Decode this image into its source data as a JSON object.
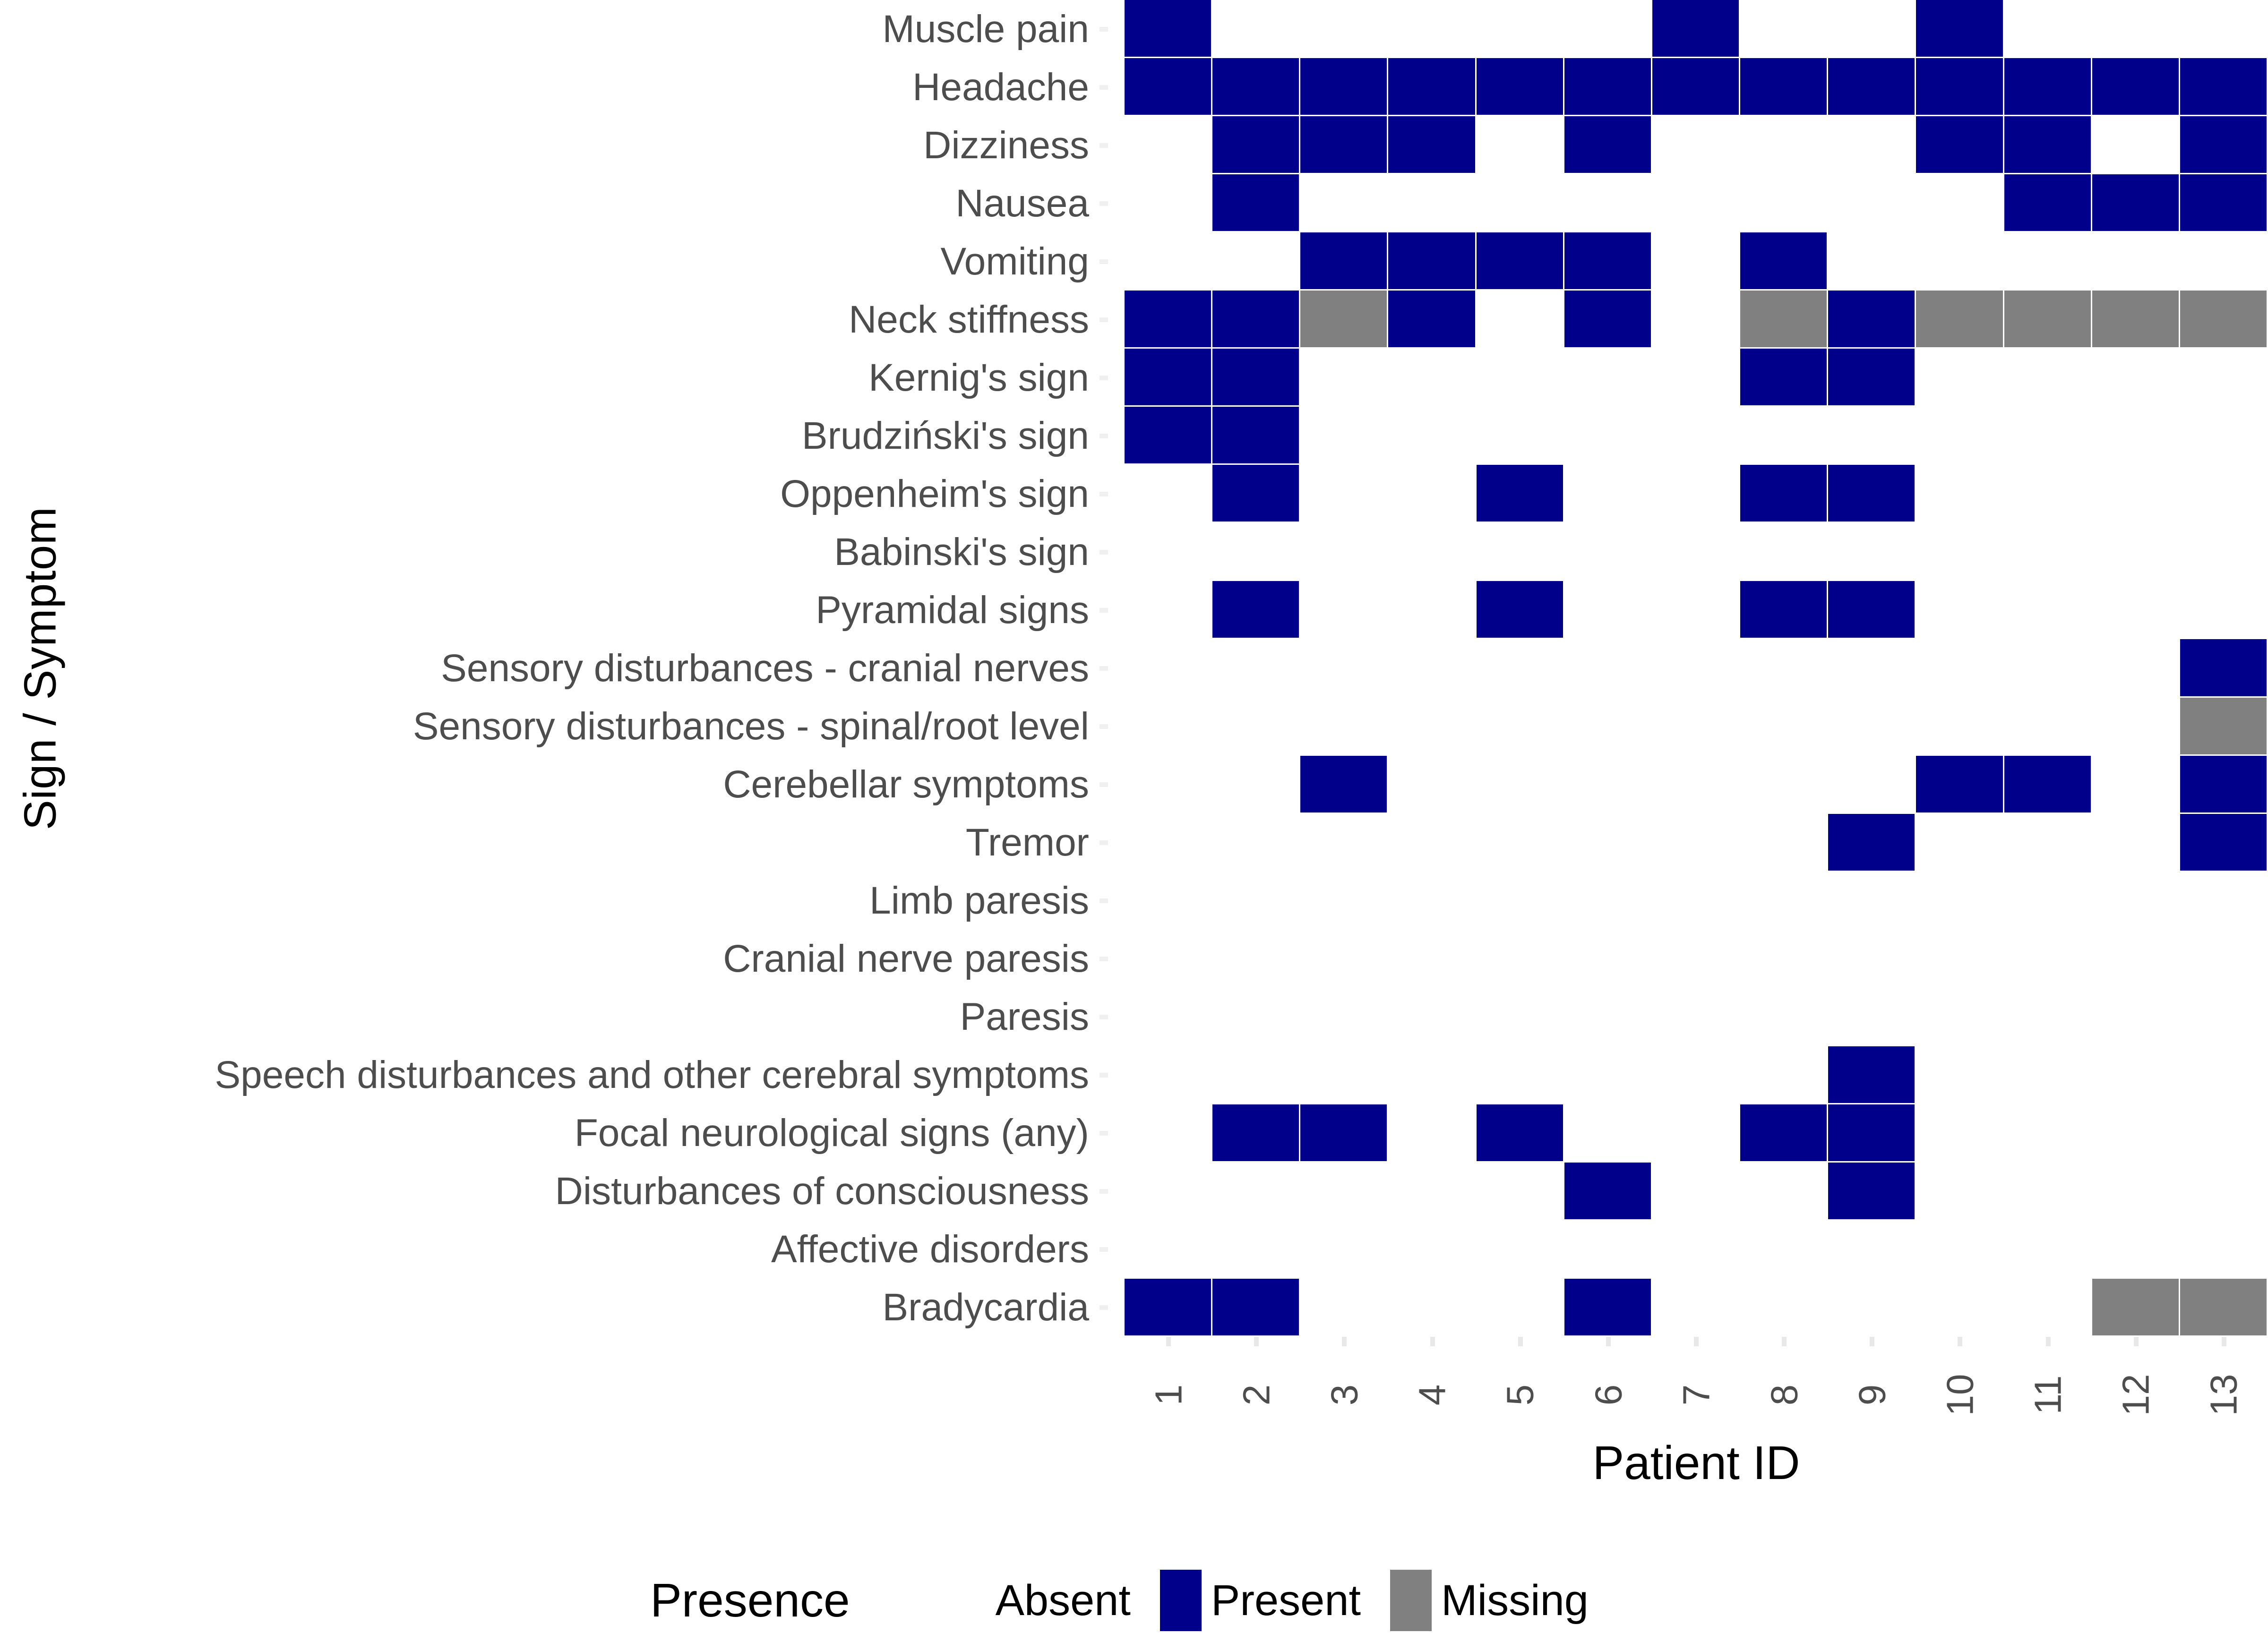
{
  "axes": {
    "y_title": "Sign / Symptom",
    "x_title": "Patient ID"
  },
  "legend": {
    "title": "Presence",
    "entries": [
      {
        "label": "Absent",
        "color": "#ffffff"
      },
      {
        "label": "Present",
        "color": "#00008b"
      },
      {
        "label": "Missing",
        "color": "#808080"
      }
    ]
  },
  "chart_data": {
    "type": "heatmap",
    "title": "",
    "xlabel": "Patient ID",
    "ylabel": "Sign / Symptom",
    "grid": false,
    "legend_position": "bottom",
    "value_colors": {
      "absent": "#ffffff",
      "present": "#00008b",
      "missing": "#808080"
    },
    "x_categories": [
      "1",
      "2",
      "3",
      "4",
      "5",
      "6",
      "7",
      "8",
      "9",
      "10",
      "11",
      "12",
      "13"
    ],
    "y_categories": [
      "Muscle pain",
      "Headache",
      "Dizziness",
      "Nausea",
      "Vomiting",
      "Neck stiffness",
      "Kernig's sign",
      "Brudziński's sign",
      "Oppenheim's sign",
      "Babinski's sign",
      "Pyramidal signs",
      "Sensory disturbances - cranial nerves",
      "Sensory disturbances - spinal/root level",
      "Cerebellar symptoms",
      "Tremor",
      "Limb paresis",
      "Cranial nerve paresis",
      "Paresis",
      "Speech disturbances and other cerebral symptoms",
      "Focal neurological signs (any)",
      "Disturbances of consciousness",
      "Affective disorders",
      "Bradycardia"
    ],
    "matrix": [
      [
        "present",
        "absent",
        "absent",
        "absent",
        "absent",
        "absent",
        "present",
        "absent",
        "absent",
        "present",
        "absent",
        "absent",
        "absent"
      ],
      [
        "present",
        "present",
        "present",
        "present",
        "present",
        "present",
        "present",
        "present",
        "present",
        "present",
        "present",
        "present",
        "present"
      ],
      [
        "absent",
        "present",
        "present",
        "present",
        "absent",
        "present",
        "absent",
        "absent",
        "absent",
        "present",
        "present",
        "absent",
        "present"
      ],
      [
        "absent",
        "present",
        "absent",
        "absent",
        "absent",
        "absent",
        "absent",
        "absent",
        "absent",
        "absent",
        "present",
        "present",
        "present"
      ],
      [
        "absent",
        "absent",
        "present",
        "present",
        "present",
        "present",
        "absent",
        "present",
        "absent",
        "absent",
        "absent",
        "absent",
        "absent"
      ],
      [
        "present",
        "present",
        "missing",
        "present",
        "absent",
        "present",
        "absent",
        "missing",
        "present",
        "missing",
        "missing",
        "missing",
        "missing"
      ],
      [
        "present",
        "present",
        "absent",
        "absent",
        "absent",
        "absent",
        "absent",
        "present",
        "present",
        "absent",
        "absent",
        "absent",
        "absent"
      ],
      [
        "present",
        "present",
        "absent",
        "absent",
        "absent",
        "absent",
        "absent",
        "absent",
        "absent",
        "absent",
        "absent",
        "absent",
        "absent"
      ],
      [
        "absent",
        "present",
        "absent",
        "absent",
        "present",
        "absent",
        "absent",
        "present",
        "present",
        "absent",
        "absent",
        "absent",
        "absent"
      ],
      [
        "absent",
        "absent",
        "absent",
        "absent",
        "absent",
        "absent",
        "absent",
        "absent",
        "absent",
        "absent",
        "absent",
        "absent",
        "absent"
      ],
      [
        "absent",
        "present",
        "absent",
        "absent",
        "present",
        "absent",
        "absent",
        "present",
        "present",
        "absent",
        "absent",
        "absent",
        "absent"
      ],
      [
        "absent",
        "absent",
        "absent",
        "absent",
        "absent",
        "absent",
        "absent",
        "absent",
        "absent",
        "absent",
        "absent",
        "absent",
        "present"
      ],
      [
        "absent",
        "absent",
        "absent",
        "absent",
        "absent",
        "absent",
        "absent",
        "absent",
        "absent",
        "absent",
        "absent",
        "absent",
        "missing"
      ],
      [
        "absent",
        "absent",
        "present",
        "absent",
        "absent",
        "absent",
        "absent",
        "absent",
        "absent",
        "present",
        "present",
        "absent",
        "present"
      ],
      [
        "absent",
        "absent",
        "absent",
        "absent",
        "absent",
        "absent",
        "absent",
        "absent",
        "present",
        "absent",
        "absent",
        "absent",
        "present"
      ],
      [
        "absent",
        "absent",
        "absent",
        "absent",
        "absent",
        "absent",
        "absent",
        "absent",
        "absent",
        "absent",
        "absent",
        "absent",
        "absent"
      ],
      [
        "absent",
        "absent",
        "absent",
        "absent",
        "absent",
        "absent",
        "absent",
        "absent",
        "absent",
        "absent",
        "absent",
        "absent",
        "absent"
      ],
      [
        "absent",
        "absent",
        "absent",
        "absent",
        "absent",
        "absent",
        "absent",
        "absent",
        "absent",
        "absent",
        "absent",
        "absent",
        "absent"
      ],
      [
        "absent",
        "absent",
        "absent",
        "absent",
        "absent",
        "absent",
        "absent",
        "absent",
        "present",
        "absent",
        "absent",
        "absent",
        "absent"
      ],
      [
        "absent",
        "present",
        "present",
        "absent",
        "present",
        "absent",
        "absent",
        "present",
        "present",
        "absent",
        "absent",
        "absent",
        "absent"
      ],
      [
        "absent",
        "absent",
        "absent",
        "absent",
        "absent",
        "present",
        "absent",
        "absent",
        "present",
        "absent",
        "absent",
        "absent",
        "absent"
      ],
      [
        "absent",
        "absent",
        "absent",
        "absent",
        "absent",
        "absent",
        "absent",
        "absent",
        "absent",
        "absent",
        "absent",
        "absent",
        "absent"
      ],
      [
        "present",
        "present",
        "absent",
        "absent",
        "absent",
        "present",
        "absent",
        "absent",
        "absent",
        "absent",
        "absent",
        "missing",
        "missing"
      ]
    ]
  }
}
